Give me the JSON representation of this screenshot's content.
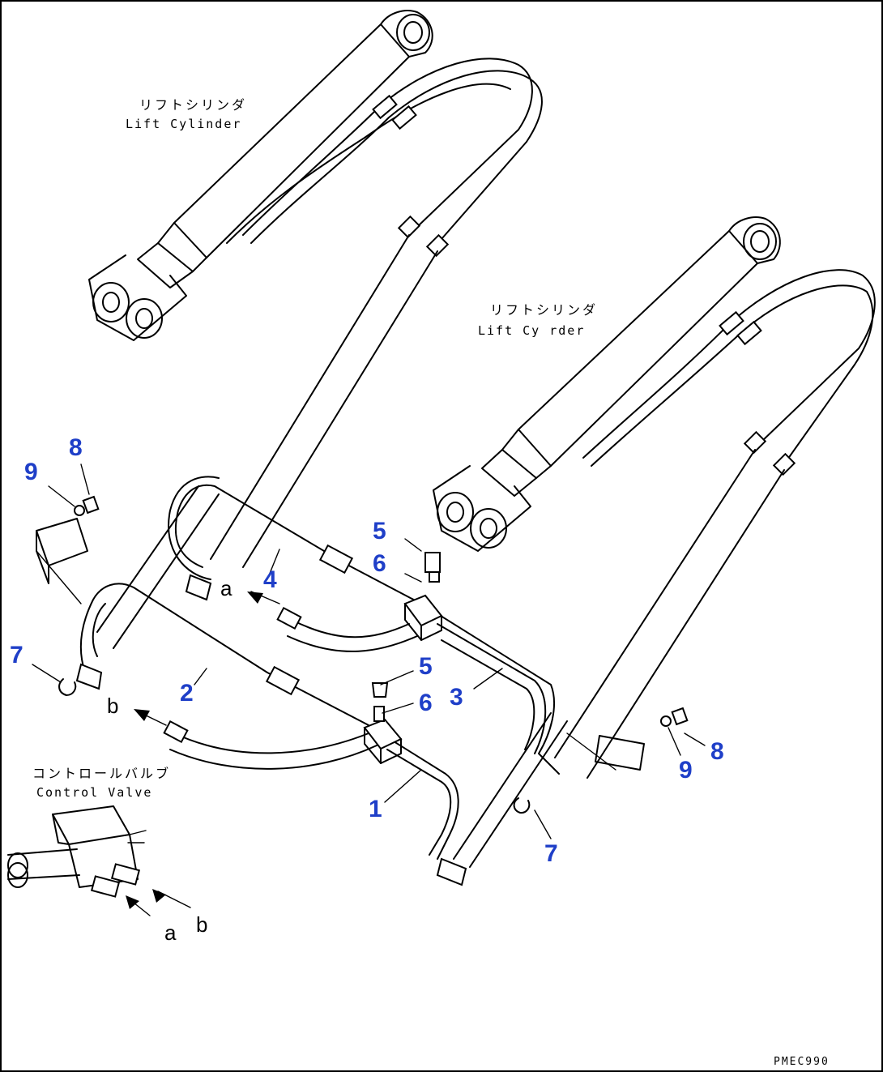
{
  "labels": {
    "cyl_left_jp": "リフトシリンダ",
    "cyl_left_en": "Lift Cylinder",
    "cyl_right_jp": "リフトシリンダ",
    "cyl_right_en": "Lift Cy  rder",
    "valve_jp": "コントロールバルブ",
    "valve_en": "Control Valve",
    "drawing_code": "PMEC990"
  },
  "connection_markers": [
    "a",
    "b",
    "a",
    "b"
  ],
  "callouts": [
    "1",
    "2",
    "3",
    "4",
    "5",
    "6",
    "5",
    "6",
    "7",
    "7",
    "8",
    "9",
    "8",
    "9"
  ],
  "colors": {
    "callout": "#1f3fc8",
    "lines": "#000000",
    "background": "#ffffff"
  }
}
